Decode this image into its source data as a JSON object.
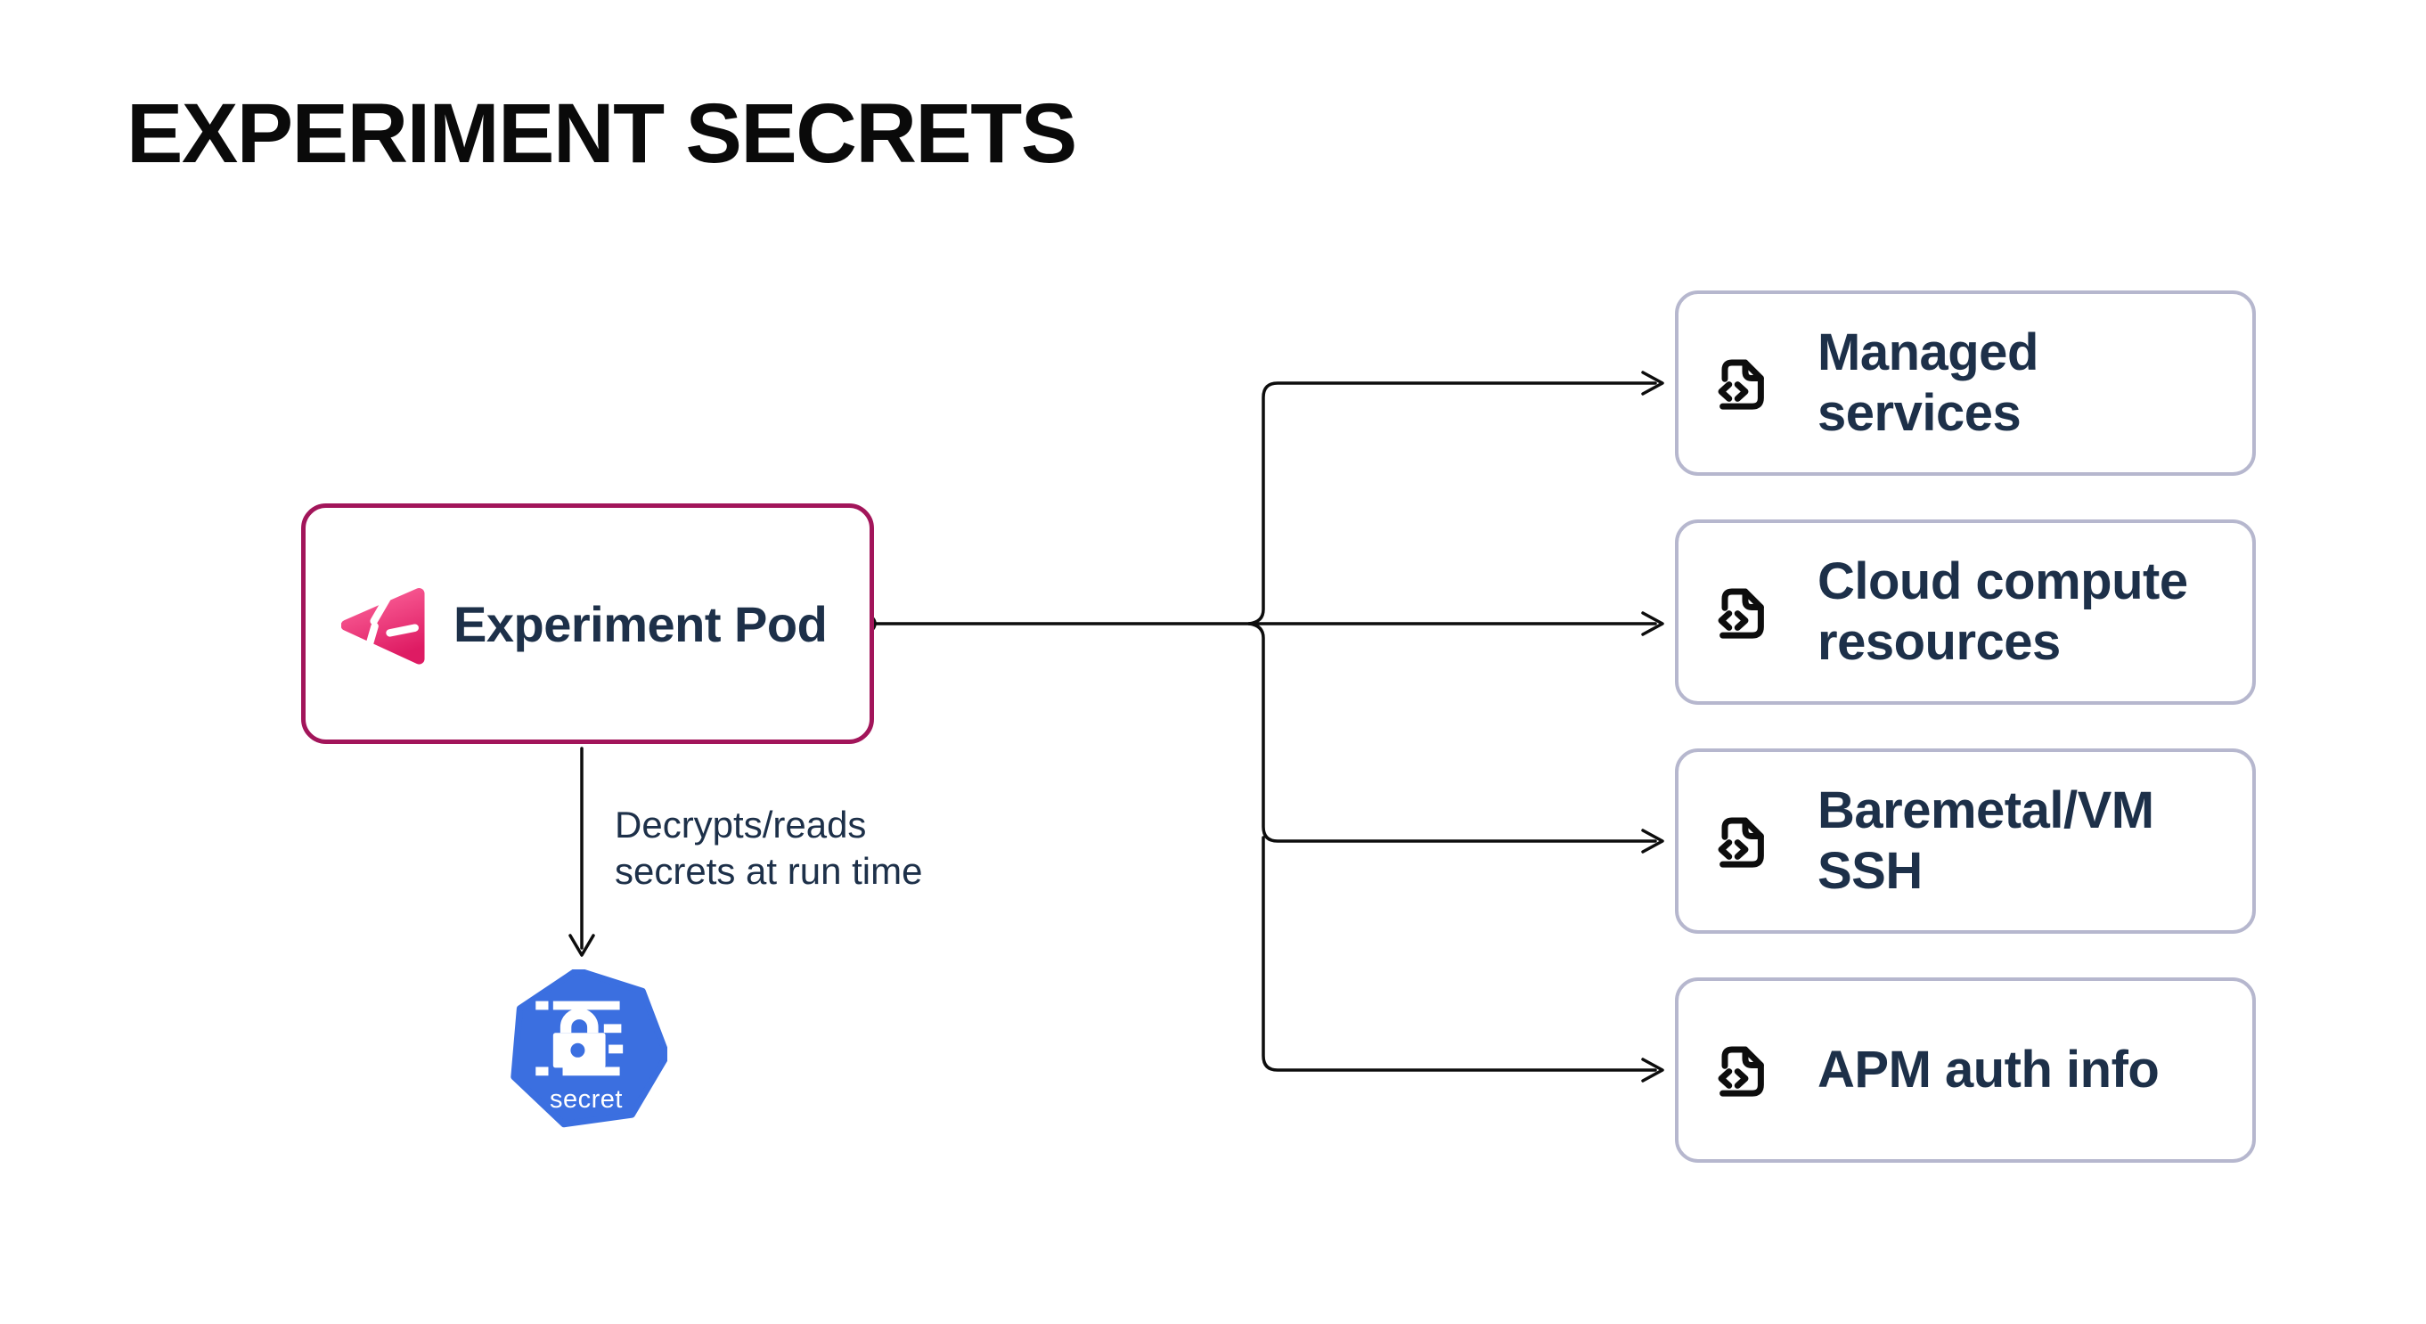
{
  "title": "EXPERIMENT SECRETS",
  "colors": {
    "pod_border_crimson": "#a2155a",
    "label_navy": "#1d3049",
    "target_border_gray": "#b6b7ce",
    "connector_black": "#0d0d0d",
    "kubernetes_blue": "#3b6fe0",
    "logo_pink_light": "#fb6198",
    "logo_pink_dark": "#de1b63",
    "canvas_background": "#ffffff"
  },
  "diagram": {
    "pod": {
      "label": "Experiment Pod",
      "icon": "litmus-chaos-logo-icon"
    },
    "edge_label": "Decrypts/reads\nsecrets at run time",
    "secret": {
      "label": "secret",
      "icon": "kubernetes-secret-lock-icon"
    },
    "targets": [
      {
        "label": "Managed services",
        "icon": "file-code-icon"
      },
      {
        "label": "Cloud compute resources",
        "icon": "file-code-icon"
      },
      {
        "label": "Baremetal/VM SSH",
        "icon": "file-code-icon"
      },
      {
        "label": "APM auth info",
        "icon": "file-code-icon"
      }
    ]
  }
}
